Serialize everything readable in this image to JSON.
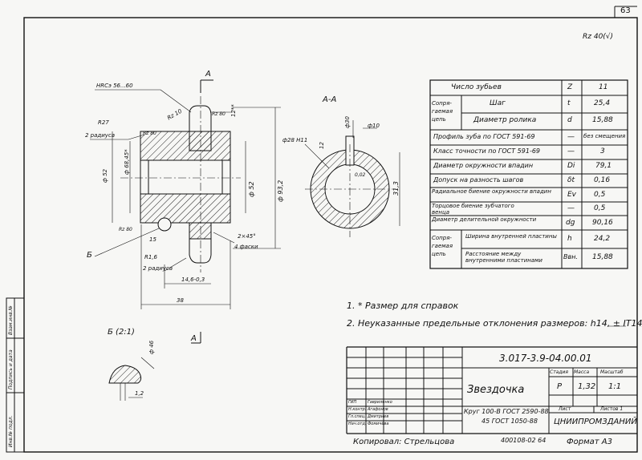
{
  "sheet_number": "63",
  "roughness": "Rz 40(√)",
  "hardness_note": "HRCэ 56...60",
  "section_label": "А-А",
  "section_arrow": "А",
  "detail_label": "Б",
  "detail_view": "Б (2:1)",
  "dims": {
    "rz10": "Rz 10",
    "rz80a": "Rz 80",
    "rz80b": "Rz 80",
    "r27": "R27",
    "r27_note": "2 радиуса",
    "r16": "R1,6",
    "r16_note": "2 радиуса",
    "d52a": "ф 52",
    "d52b": "ф 52",
    "d932": "ф 93,2",
    "d6845": "ф 68,45*",
    "w12": "12**",
    "w15": "15",
    "w146": "14,6-0,3",
    "w38": "38",
    "chamfer": "2×45°",
    "chamfer_note": "4 фаски",
    "d28": "ф28 Н11",
    "d313": "31,3",
    "d10": "ф10",
    "d30": "ф30",
    "d12": "12",
    "d02": "0,02",
    "d46": "ф 46",
    "d12b": "1,2"
  },
  "params": [
    {
      "name": "Число зубьев",
      "sym": "Z",
      "val": "11"
    },
    {
      "group": "Сопря-гаемая цепь",
      "name": "Шаг",
      "sym": "t",
      "val": "25,4"
    },
    {
      "name": "Диаметр ролика",
      "sym": "d",
      "val": "15,88"
    },
    {
      "name": "Профиль зуба по ГОСТ 591-69",
      "sym": "—",
      "val": "без смещения"
    },
    {
      "name": "Класс точности по ГОСТ 591-69",
      "sym": "—",
      "val": "3"
    },
    {
      "name": "Диаметр окружности впадин",
      "sym": "Di",
      "val": "79,1"
    },
    {
      "name": "Допуск на разность шагов",
      "sym": "δt",
      "val": "0,16"
    },
    {
      "name": "Радиальное биение окружности впадин",
      "sym": "Ev",
      "val": "0,5"
    },
    {
      "name": "Торцовое биение зубчатого венца",
      "sym": "—",
      "val": "0,5"
    },
    {
      "name": "Диаметр делительной окружности",
      "sym": "dg",
      "val": "90,16"
    },
    {
      "group": "Сопря-гаемая цепь",
      "name": "Ширина внутренней пластины",
      "sym": "h",
      "val": "24,2"
    },
    {
      "name": "Расстояние между внутренними пластинами",
      "sym": "Ввн.",
      "val": "15,88"
    }
  ],
  "notes": [
    "1. * Размер для справок",
    "2. Неуказанные предельные отклонения размеров: h14, ± IT14/2"
  ],
  "title_block": {
    "doc_number": "3.017-3.9-04.00.01",
    "part_name": "Звездочка",
    "material_1": "Круг 100-В ГОСТ 2590-88",
    "material_2": "45 ГОСТ 1050-88",
    "col_stage": "Стадия",
    "col_mass": "Масса",
    "col_scale": "Масштаб",
    "stage": "Р",
    "mass": "1,32",
    "scale": "1:1",
    "sheet": "Лист",
    "sheets": "Листов 1",
    "org": "ЦНИИПРОМЗДАНИЙ",
    "roles": [
      "Н.контр.",
      "Гл.спец.",
      "Нач.отд.",
      "ГИП"
    ],
    "names": [
      "Агафонов",
      "Дмитриев",
      "Фомичёва",
      "Гавриленко"
    ]
  },
  "footer": {
    "copied": "Копировал: Стрельцова",
    "code": "400108-02 64",
    "format": "Формат А3"
  },
  "side_stamp": [
    "Инв.№ подл.",
    "Подпись и дата",
    "Взам.инв.№"
  ]
}
